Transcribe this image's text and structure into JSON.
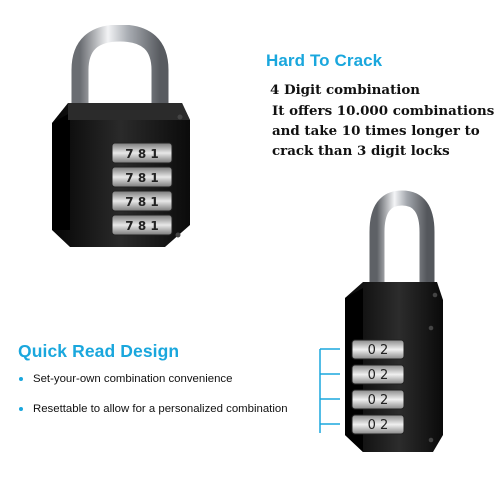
{
  "top_section": {
    "heading": "Hard To Crack",
    "lines": [
      "4 Digit combination",
      "It offers 10.000 combinations",
      "and take 10 times longer to",
      "crack than 3 digit locks"
    ]
  },
  "bottom_section": {
    "heading": "Quick Read Design",
    "bullets": [
      "Set-your-own combination convenience",
      "Resettable to allow for a personalized combination"
    ]
  },
  "lock_1_wheels": [
    "7 8 1",
    "7 8 1",
    "7 8 1",
    "7 8 1"
  ],
  "lock_2_wheels": [
    "0 2",
    "0 2",
    "0 2",
    "0 2"
  ],
  "colors": {
    "accent": "#1aa7dd",
    "lock_body": "#151515",
    "bracket": "#1aa7dd"
  }
}
